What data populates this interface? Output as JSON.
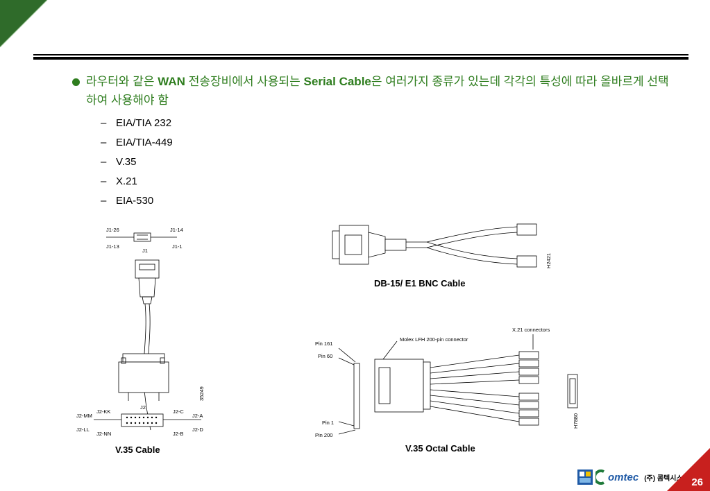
{
  "bullet": {
    "part1": "라우터와 같은 ",
    "bold1": "WAN",
    "part2": " 전송장비에서 사용되는 ",
    "bold2": "Serial Cable",
    "part3": "은 여러가지 종류가 있는데 각각의 특성에 따라 올바르게 선택하여 사용해야 함"
  },
  "sub_items": [
    "EIA/TIA 232",
    "EIA/TIA-449",
    "V.35",
    "X.21",
    "EIA-530"
  ],
  "sub_dash": "–",
  "figure_v35": {
    "caption": "V.35 Cable",
    "labels": {
      "j1_26": "J1-26",
      "j1_14": "J1-14",
      "j1_13": "J1-13",
      "j1_1": "J1-1",
      "j1": "J1",
      "j2": "J2",
      "j2_mm": "J2-MM",
      "j2_kk": "J2-KK",
      "j2_c": "J2-C",
      "j2_a": "J2-A",
      "j2_ll": "J2-LL",
      "j2_nn": "J2-NN",
      "j2_b": "J2-B",
      "j2_d": "J2-D",
      "code": "35249"
    }
  },
  "figure_db15": {
    "caption": "DB-15/ E1 BNC Cable",
    "code": "H2421"
  },
  "figure_octal": {
    "caption": "V.35 Octal Cable",
    "labels": {
      "x21": "X.21 connectors",
      "molex": "Molex LFH 200-pin connector",
      "pin161": "Pin 161",
      "pin60": "Pin 60",
      "pin1": "Pin 1",
      "pin200": "Pin 200",
      "code": "H7880"
    }
  },
  "footer": {
    "brand": "omtec",
    "company": "(주) 콤텍시스템",
    "page_number": "26"
  },
  "colors": {
    "accent_green": "#2e7d1e",
    "corner_green": "#2f6b2a",
    "page_red": "#c8201e"
  }
}
